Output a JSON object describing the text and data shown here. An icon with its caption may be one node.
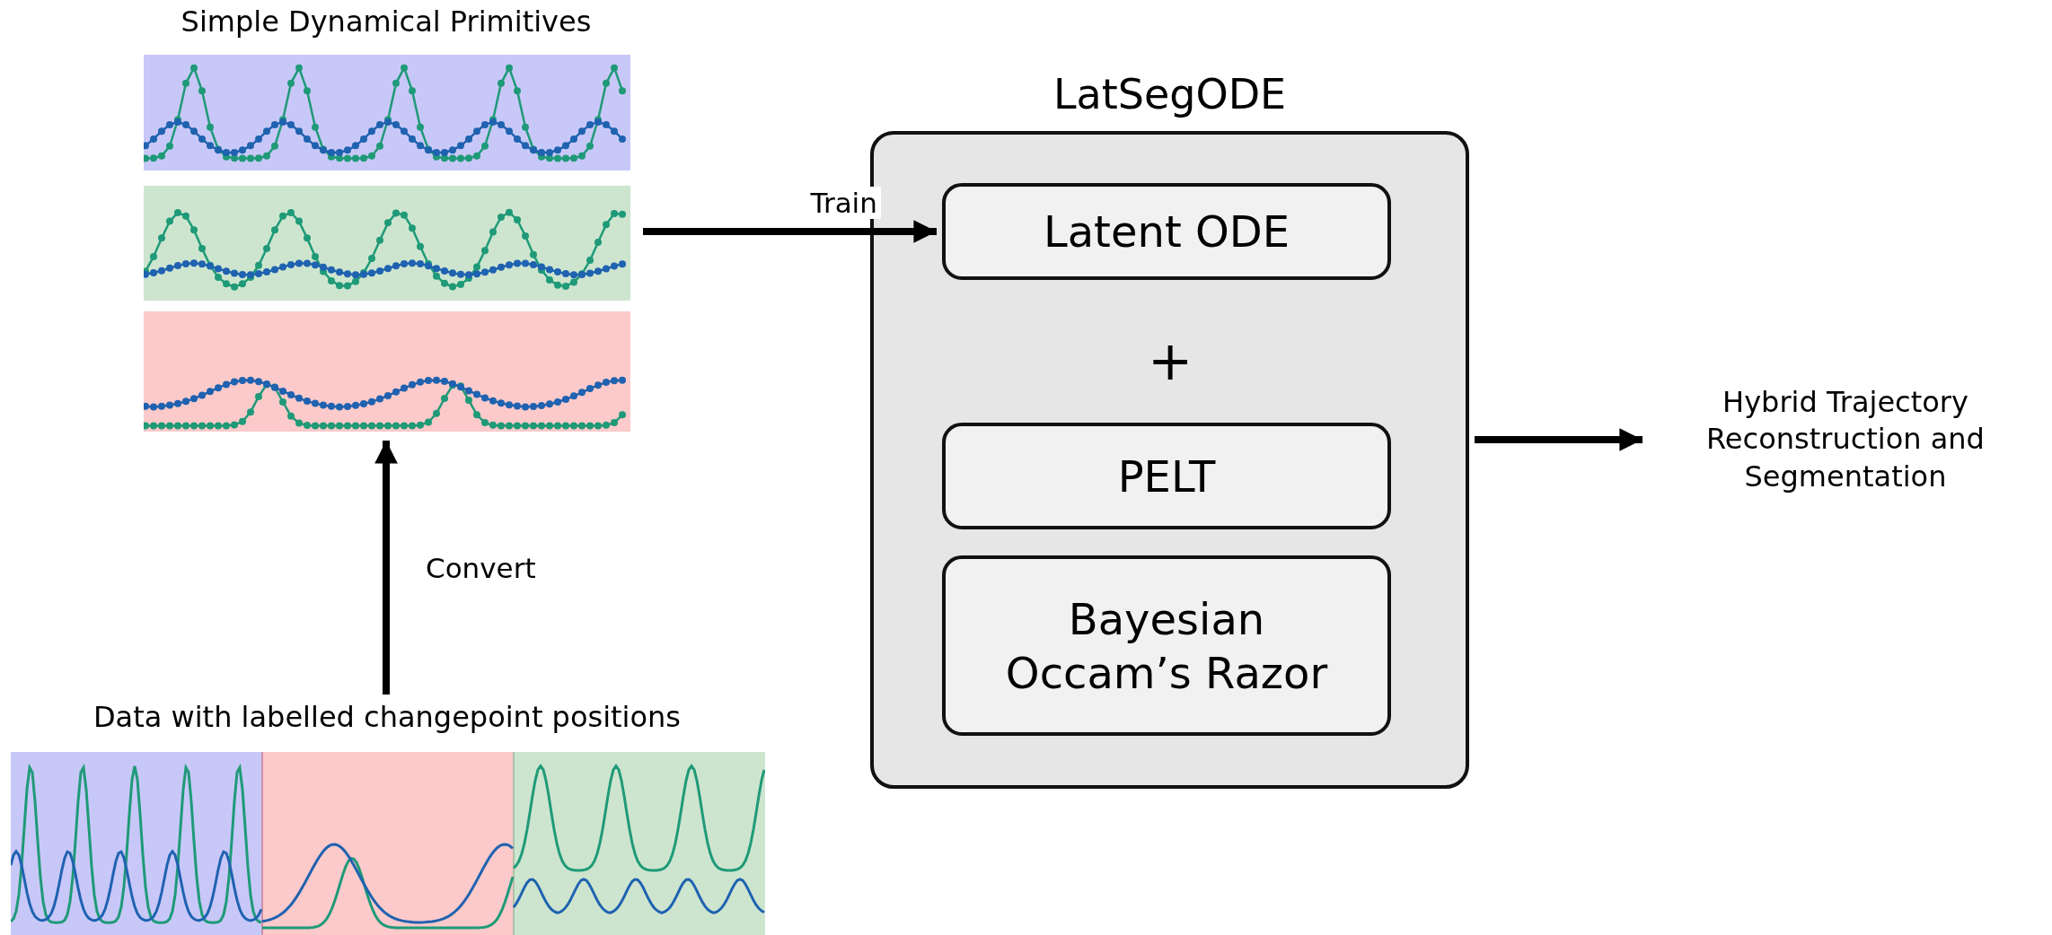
{
  "diagram": {
    "nodes": [
      {
        "text": [
          "Simple Dynamical Primitives"
        ]
      },
      {
        "text": [
          "Data with labelled changepoint positions"
        ]
      },
      {
        "text": [
          "LatSegODE"
        ]
      },
      {
        "text": [
          "Latent ODE"
        ],
        "in": 2
      },
      {
        "text": [
          "PELT"
        ],
        "in": 2
      },
      {
        "text": [
          "Bayesian Occam’s Razor"
        ],
        "in": 2
      },
      {
        "text": [
          "Hybrid Trajectory Reconstruction and Segmentation"
        ]
      }
    ],
    "edges": [
      {
        "from": 1,
        "to": 0,
        "arrow": "to",
        "label": "Convert"
      },
      {
        "from": 0,
        "to": 3,
        "arrow": "to",
        "label": "Train"
      },
      {
        "from": 2,
        "to": 6,
        "arrow": "to"
      }
    ],
    "labels": [
      "+"
    ]
  }
}
